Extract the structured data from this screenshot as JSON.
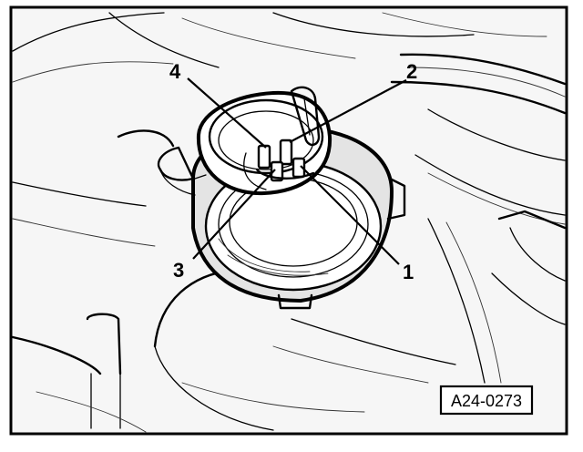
{
  "figure": {
    "reference_code": "A24-0273",
    "callouts": [
      {
        "id": "1",
        "label": "1"
      },
      {
        "id": "2",
        "label": "2"
      },
      {
        "id": "3",
        "label": "3"
      },
      {
        "id": "4",
        "label": "4"
      }
    ]
  }
}
